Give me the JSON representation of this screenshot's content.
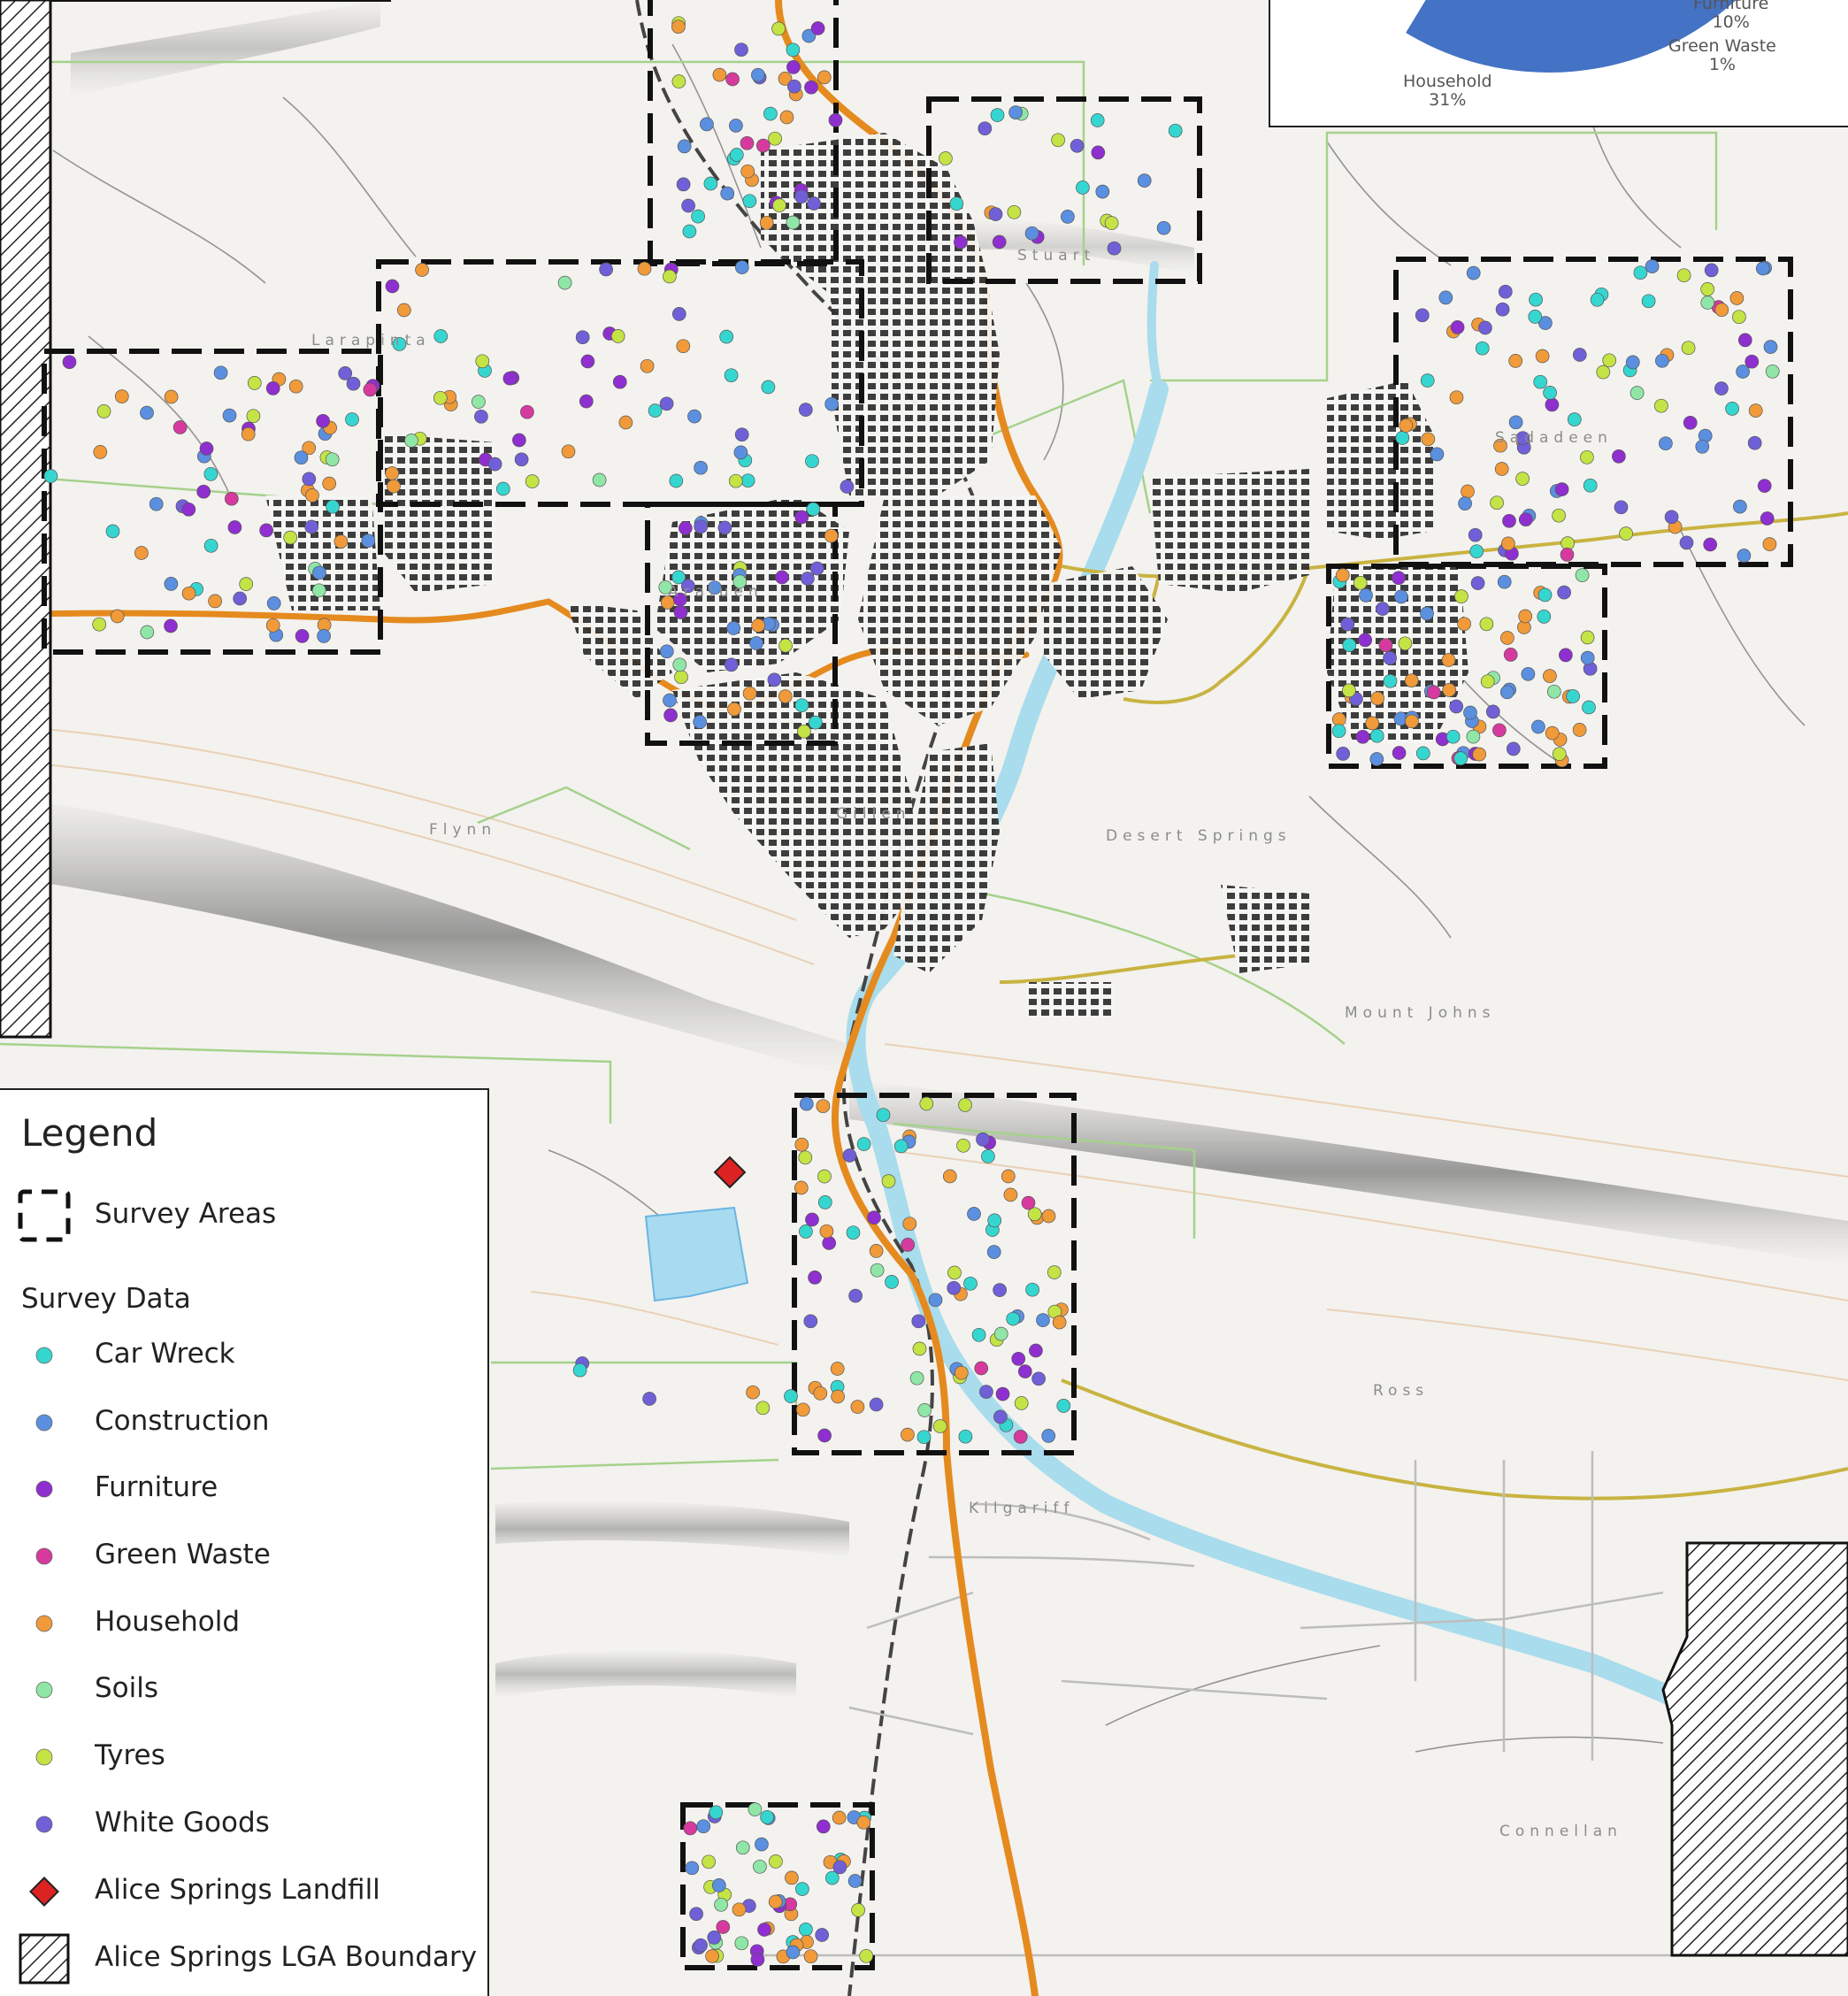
{
  "legend": {
    "title": "Legend",
    "survey_areas_label": "Survey Areas",
    "survey_data_label": "Survey Data",
    "items": [
      {
        "label": "Car Wreck",
        "color": "#36d6d0"
      },
      {
        "label": "Construction",
        "color": "#5b8fe0"
      },
      {
        "label": "Furniture",
        "color": "#8f2fcf"
      },
      {
        "label": "Green Waste",
        "color": "#d63a9e"
      },
      {
        "label": "Household",
        "color": "#f09a3a"
      },
      {
        "label": "Soils",
        "color": "#90e6a6"
      },
      {
        "label": "Tyres",
        "color": "#c4e344"
      },
      {
        "label": "White Goods",
        "color": "#7060d8"
      }
    ],
    "landfill_label": "Alice Springs Landfill",
    "lga_label": "Alice Springs LGA Boundary",
    "landfill_color": "#dd2222"
  },
  "map_labels": {
    "larapinta": "Larapinta",
    "araluen": "Araluen",
    "stuart": "Stuart",
    "desert_springs": "Desert Springs",
    "mount_johns": "Mount Johns",
    "ross": "Ross",
    "gillen": "Gillen",
    "flynn": "Flynn",
    "connellan": "Connellan",
    "sadadeen": "Sadadeen",
    "kilgariff": "Kilgariff"
  },
  "pie": {
    "slices": [
      {
        "label": "Furniture",
        "pct_text": "10%",
        "value": 10,
        "color": "#9e9e9e"
      },
      {
        "label": "Green Waste",
        "pct_text": "1%",
        "value": 1,
        "color": "#f2c21b"
      },
      {
        "label": "Household",
        "pct_text": "31%",
        "value": 31,
        "color": "#4472c4"
      }
    ]
  },
  "colors": {
    "road_main": "#e58a1f",
    "road_minor": "#c9b341",
    "river": "#a9dcec",
    "suburb_boundary": "#9ccc7a",
    "building": "#333333",
    "survey_box": "#111111"
  }
}
